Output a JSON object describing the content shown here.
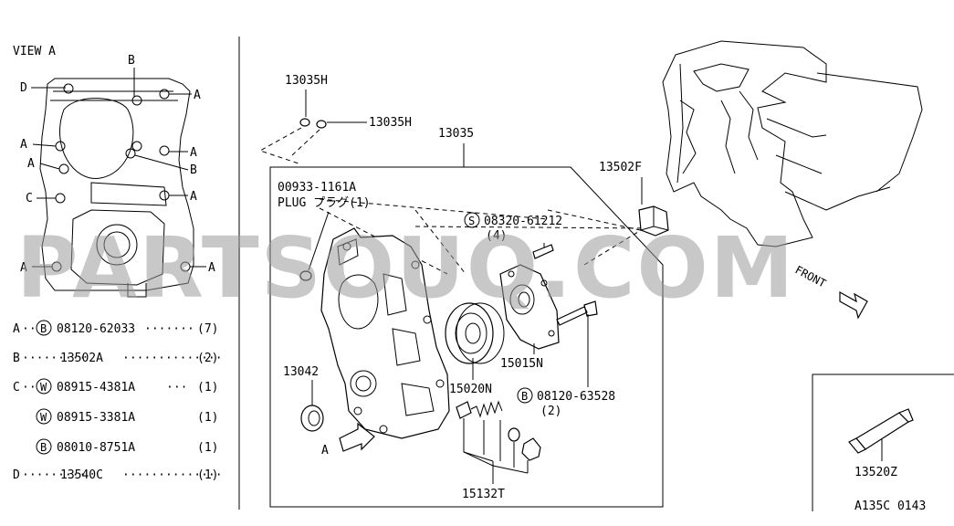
{
  "view_label": "VIEW A",
  "view_callouts": {
    "a": "A",
    "b": "B",
    "c": "C",
    "d": "D"
  },
  "legend": [
    {
      "key": "A",
      "lead": "··",
      "symbol": "B",
      "part": "08120-62033",
      "trail": "·······",
      "qty": "(7)"
    },
    {
      "key": "B",
      "lead": "·········",
      "symbol": "",
      "part": "13502A",
      "trail": "··············",
      "qty": "(2)"
    },
    {
      "key": "C",
      "lead": "··",
      "symbol": "W",
      "part": "08915-4381A",
      "trail": "···",
      "qty": "(1)"
    },
    {
      "key": "",
      "lead": "",
      "symbol": "W",
      "part": "08915-3381A",
      "trail": "",
      "qty": "(1)"
    },
    {
      "key": "",
      "lead": "",
      "symbol": "B",
      "part": "08010-8751A",
      "trail": "",
      "qty": "(1)"
    },
    {
      "key": "D",
      "lead": "·········",
      "symbol": "",
      "part": "13540C",
      "trail": "··············",
      "qty": "(1)"
    }
  ],
  "parts": {
    "p13035H_a": "13035H",
    "p13035H_b": "13035H",
    "p13035": "13035",
    "plug_part": "00933-1161A",
    "plug_label": "PLUG プラグ(1)",
    "screw_part": "08320-61212",
    "screw_symbol": "S",
    "screw_qty": "(4)",
    "p13502F": "13502F",
    "p13042": "13042",
    "p15020N": "15020N",
    "p15015N": "15015N",
    "bolt_part": "08120-63528",
    "bolt_symbol": "B",
    "bolt_qty": "(2)",
    "arrow_a": "A",
    "p15132T": "15132T",
    "p13520Z": "13520Z"
  },
  "front_label": "FRONT",
  "diagram_id": "A135C 0143",
  "watermark": "PARTSOUQ.COM"
}
